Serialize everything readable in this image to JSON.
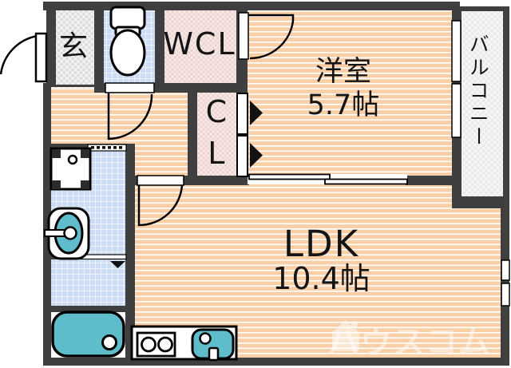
{
  "plan": {
    "kind": "japanese-apartment-floor-plan",
    "rooms": {
      "entrance": {
        "label": "玄"
      },
      "wcl": {
        "label": "WCL"
      },
      "closet": {
        "label": "CL"
      },
      "western_room": {
        "label": "洋室",
        "area": "5.7帖"
      },
      "balcony": {
        "label": "バルコニー"
      },
      "ldk": {
        "label": "LDK",
        "area": "10.4帖"
      }
    },
    "fixtures": {
      "toilet": "toilet-icon",
      "washing_machine_pan": "washing-machine-pan-icon",
      "washbasin": "washbasin-icon",
      "bathtub": "bathtub-icon",
      "stove": "two-burner-stove-icon",
      "kitchen_sink": "kitchen-sink-icon"
    },
    "colors": {
      "wall": "#3f3f3f",
      "flooring_peach": "#f9cfa7",
      "closet_pink": "#eed8d4",
      "wet_area_blue": "#cddcf5",
      "entrance_gray": "#dfdfdf",
      "balcony_gray": "#e9e9e9",
      "fixture_teal": "#5fbccb"
    }
  },
  "watermark": {
    "text": "ハウスコム",
    "icon": "house-logo-icon"
  }
}
